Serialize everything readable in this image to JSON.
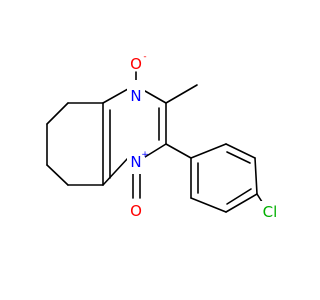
{
  "molecule": {
    "atoms": {
      "n1": {
        "symbol": "N",
        "color": "#0000ff",
        "charge": "+"
      },
      "n4": {
        "symbol": "N",
        "color": "#0000ff",
        "charge": ""
      },
      "o_n1": {
        "symbol": "O",
        "color": "#ff0000",
        "charge": ""
      },
      "o_n4": {
        "symbol": "O",
        "color": "#ff0000",
        "charge": "-"
      },
      "cl": {
        "symbol": "Cl",
        "color": "#00b000",
        "charge": ""
      }
    }
  }
}
